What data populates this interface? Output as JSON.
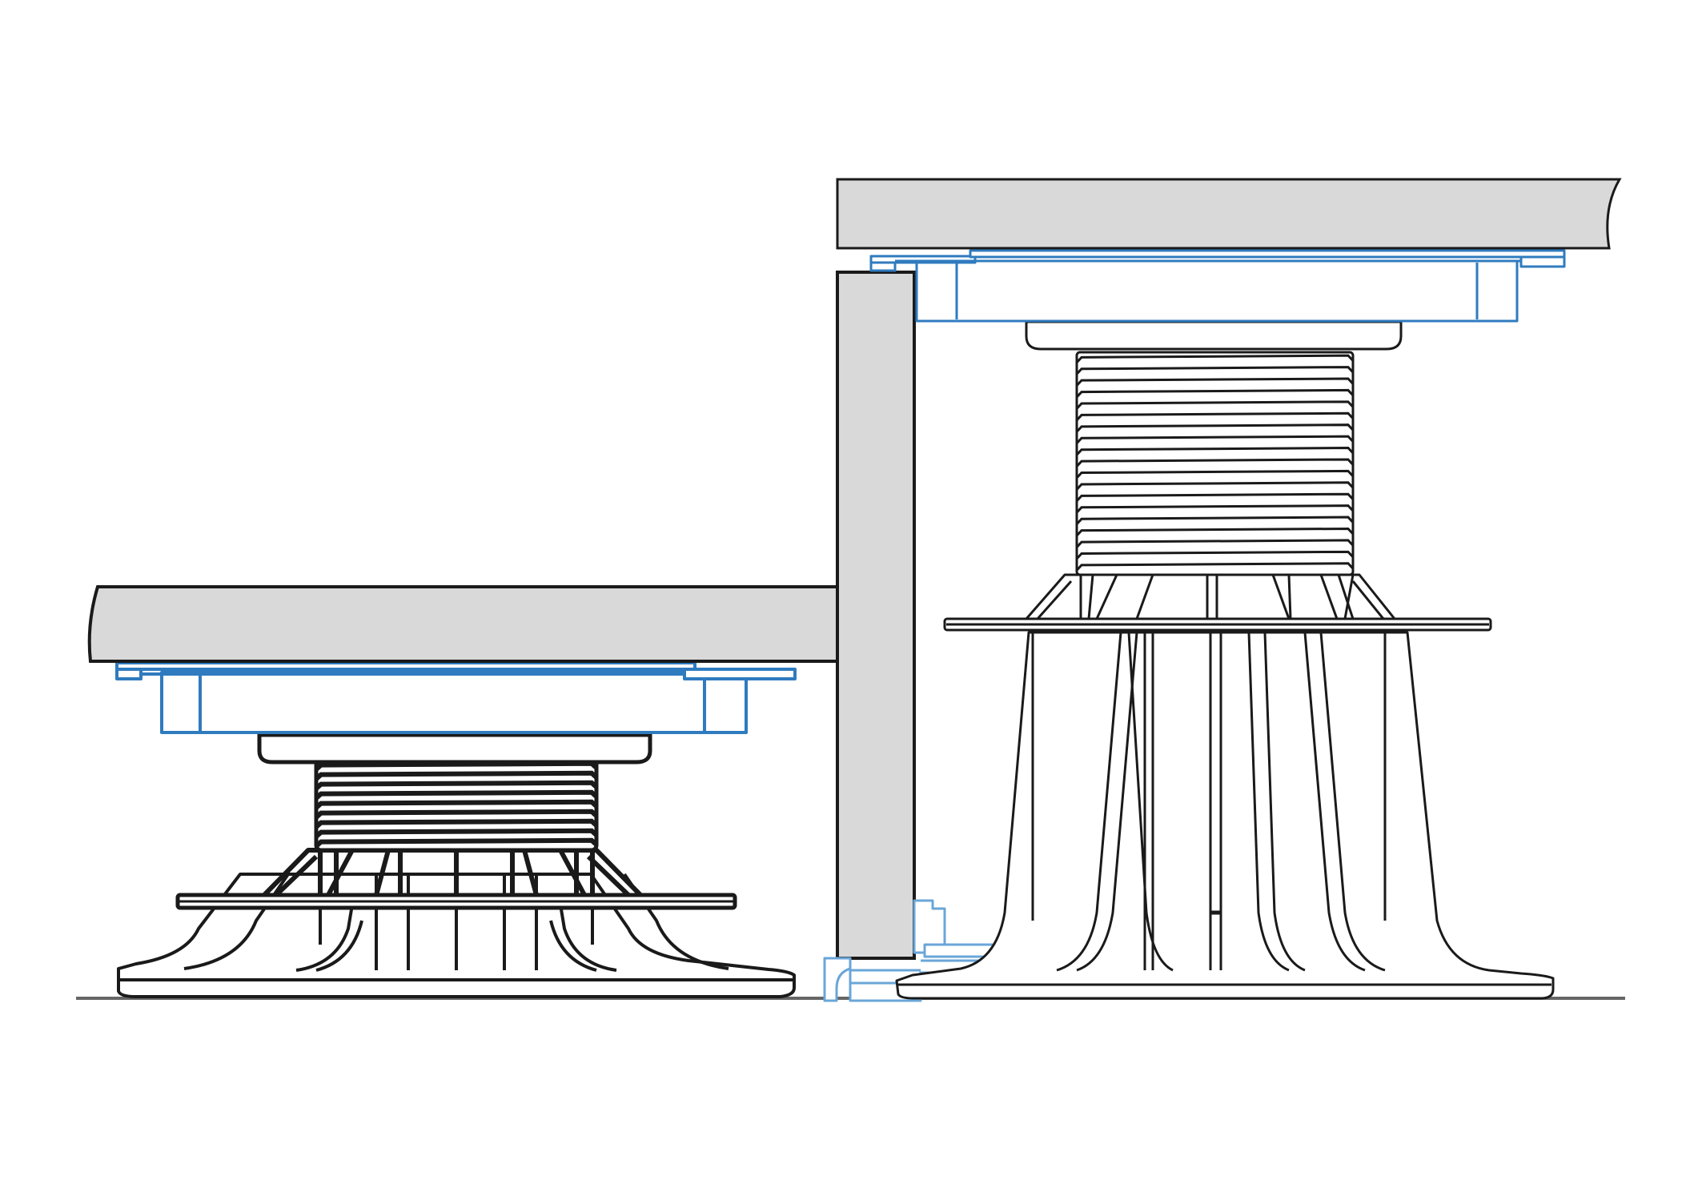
{
  "diagram": {
    "colors": {
      "background": "#ffffff",
      "outline": "#1a1a1a",
      "slab": "#d9d9d9",
      "head": "#2f7bbf",
      "clip": "#6aa6d8",
      "ground": "#666666"
    },
    "components": [
      {
        "kind": "paving-slab",
        "count": 2
      },
      {
        "kind": "edge-slab",
        "count": 1
      },
      {
        "kind": "pedestal-head",
        "count": 2
      },
      {
        "kind": "threaded-shaft",
        "count": 2
      },
      {
        "kind": "pedestal-base",
        "count": 2
      },
      {
        "kind": "edge-clip",
        "count": 1
      },
      {
        "kind": "ground-line",
        "count": 1
      }
    ]
  }
}
